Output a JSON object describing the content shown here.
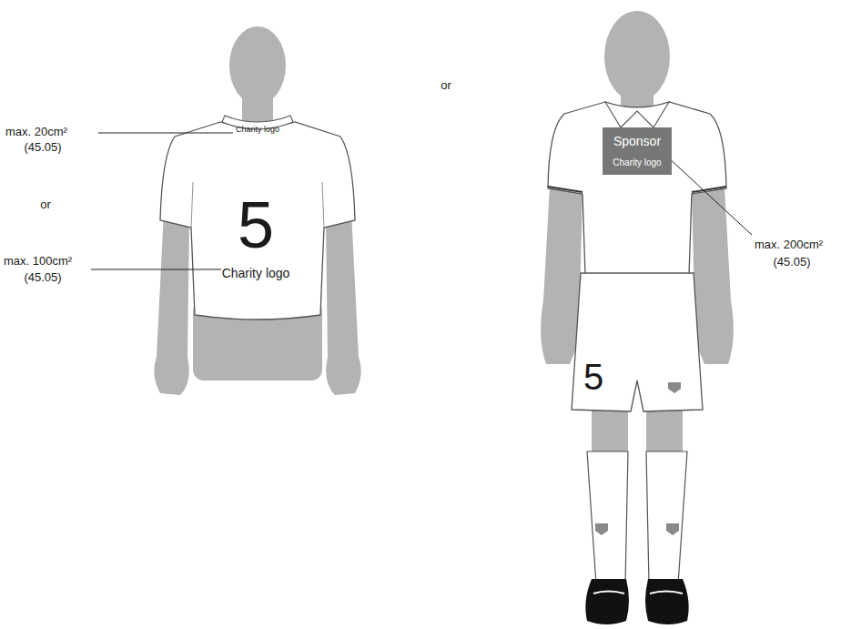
{
  "diagram": {
    "nodes": [
      {
        "text": [
          "Sponsor",
          "Charity logo"
        ]
      }
    ],
    "labels": [
      "max. 20cm²",
      "(45.05)",
      "or",
      "max. 100cm²",
      "(45.05)",
      "Charity logo",
      "5",
      "Charity logo",
      "or",
      "max. 200cm²",
      "(45.05)",
      "5"
    ]
  }
}
